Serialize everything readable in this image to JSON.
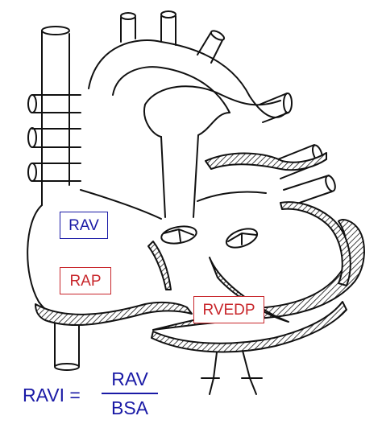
{
  "labels": {
    "rav": "RAV",
    "rap": "RAP",
    "rvedp": "RVEDP"
  },
  "formula": {
    "lhs": "RAVI =",
    "numerator": "RAV",
    "denominator": "BSA"
  },
  "colors": {
    "outline": "#111111",
    "blue_label": "#1a1aa6",
    "red_label": "#c8262b",
    "background": "#ffffff"
  }
}
